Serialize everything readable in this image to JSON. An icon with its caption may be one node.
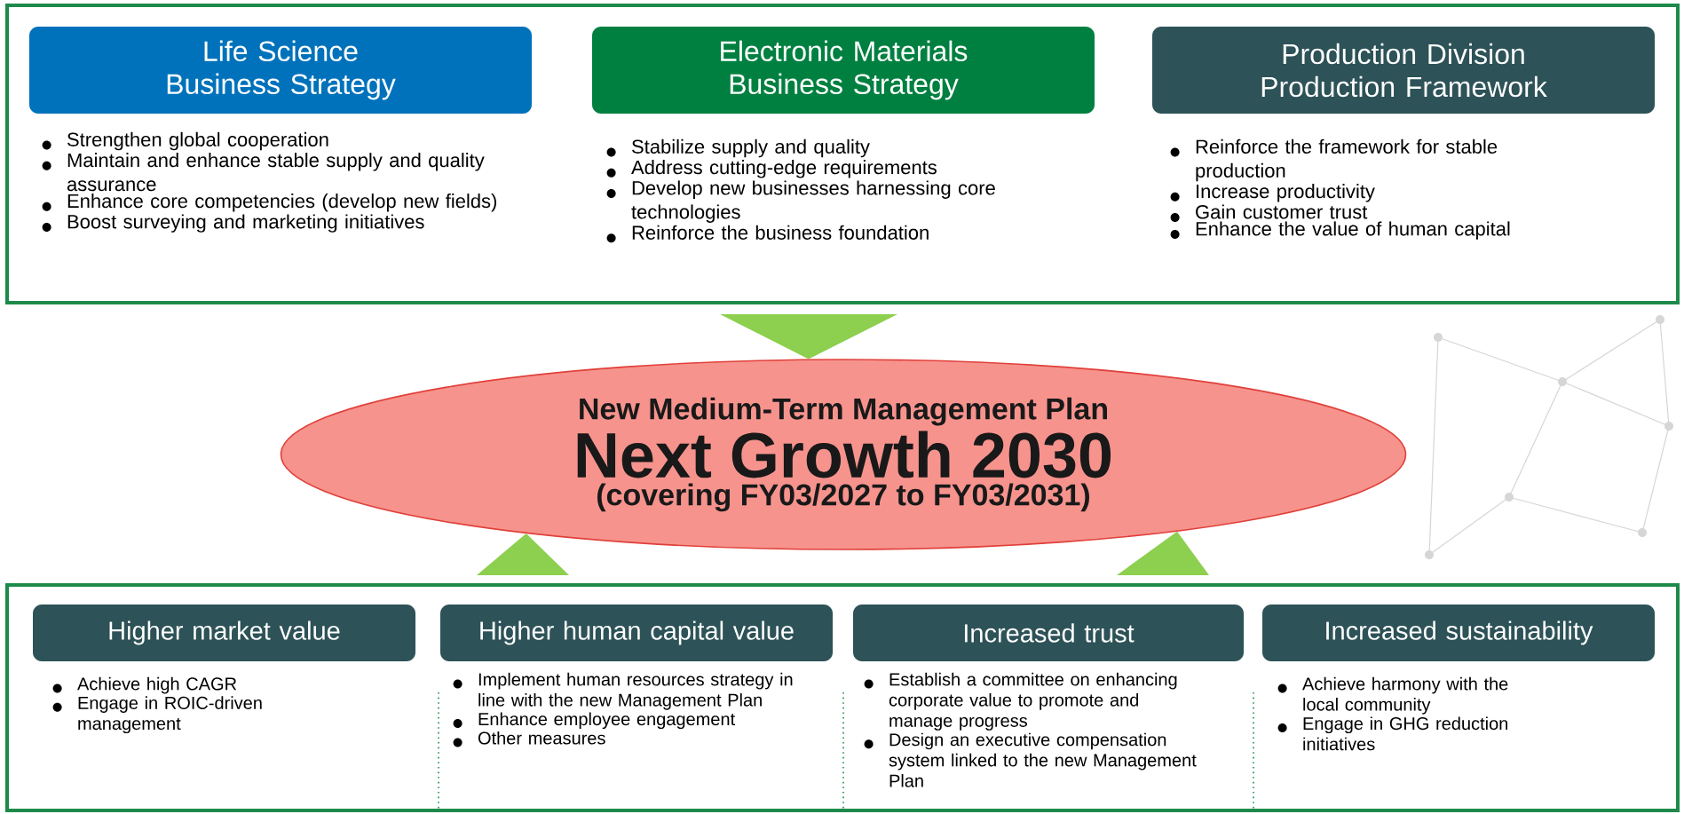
{
  "diagram": {
    "nodes": [
      {
        "text": [],
        "shape": "box"
      },
      {
        "text": [
          "Life Science Business Strategy"
        ],
        "in": 0,
        "beside": [
          "Strengthen global cooperation",
          "Maintain and enhance stable supply and quality assurance",
          "Enhance core competencies (develop new fields)",
          "Boost surveying and marketing initiatives"
        ]
      },
      {
        "text": [
          "Electronic Materials Business Strategy"
        ],
        "in": 0,
        "beside": [
          "Stabilize supply and quality",
          "Address cutting-edge requirements",
          "Develop new businesses harnessing core technologies",
          "Reinforce the business foundation"
        ]
      },
      {
        "text": [
          "Production Division Production Framework"
        ],
        "in": 0,
        "beside": [
          "Reinforce the framework for stable production",
          "Increase productivity",
          "Gain customer trust",
          "Enhance the value of human capital"
        ]
      },
      {
        "text": [
          "New Medium-Term Management Plan",
          "Next Growth 2030",
          "(covering FY03/2027 to FY03/2031)"
        ]
      },
      {
        "text": [],
        "shape": "box"
      },
      {
        "text": [
          "Higher market value"
        ],
        "in": 5,
        "beside": [
          "Achieve high CAGR",
          "Engage in ROIC-driven management"
        ]
      },
      {
        "text": [
          "Higher human capital value"
        ],
        "in": 5,
        "beside": [
          "Implement human resources strategy in line with the new Management Plan",
          "Enhance employee engagement",
          "Other measures"
        ]
      },
      {
        "text": [
          "Increased trust"
        ],
        "in": 5,
        "beside": [
          "Establish a committee on enhancing corporate value to promote and manage progress",
          "Design an executive compensation system linked to the new Management Plan"
        ]
      },
      {
        "text": [
          "Increased sustainability"
        ],
        "in": 5,
        "beside": [
          "Achieve harmony with the local community",
          "Engage in GHG reduction initiatives"
        ]
      }
    ],
    "edges": [
      {
        "from": 0,
        "to": 4,
        "arrow": "to"
      },
      {
        "from": 5,
        "to": 4,
        "arrow": "to"
      },
      {
        "from": 5,
        "to": 4,
        "arrow": "to"
      }
    ]
  }
}
